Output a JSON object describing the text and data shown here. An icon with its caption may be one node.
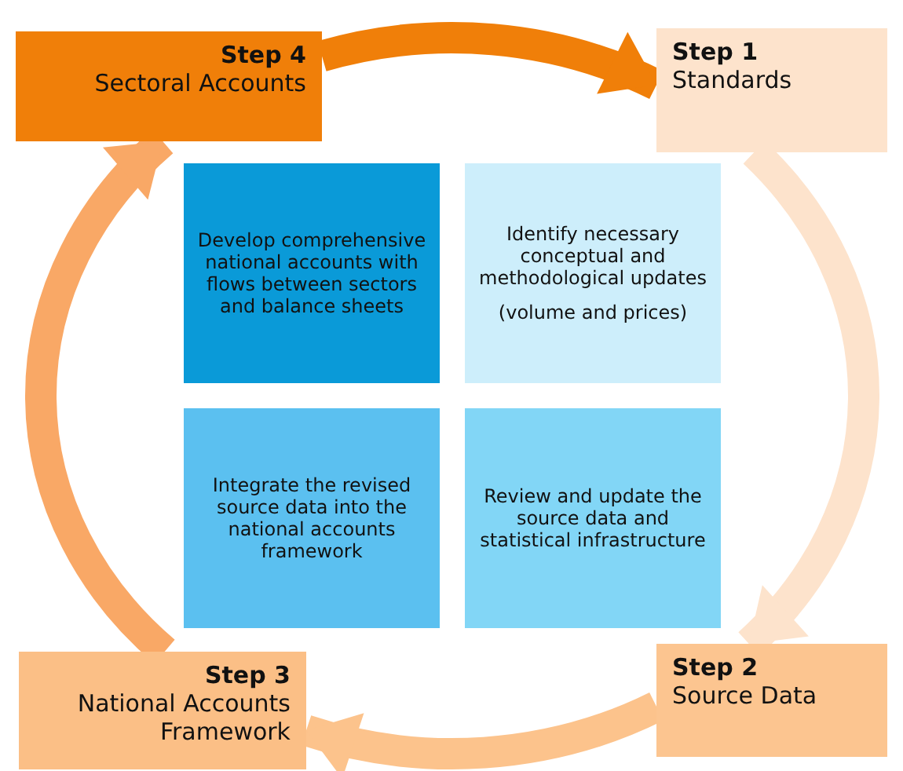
{
  "diagram": {
    "nodes": [
      {
        "text": [
          "Step 4",
          "Sectoral Accounts"
        ]
      },
      {
        "text": [
          "Step 1",
          "Standards"
        ]
      },
      {
        "text": [
          "Develop comprehensive national accounts with flows between sectors and balance sheets"
        ]
      },
      {
        "text": [
          "Identify necessary conceptual and methodological updates",
          "(volume and prices)"
        ]
      },
      {
        "text": [
          "Integrate the revised source data into the national accounts framework"
        ]
      },
      {
        "text": [
          "Review and update the source data and statistical infrastructure"
        ]
      },
      {
        "text": [
          "Step 3",
          "National Accounts Framework"
        ]
      },
      {
        "text": [
          "Step 2",
          "Source Data"
        ]
      }
    ],
    "edges": [
      {
        "from": 0,
        "to": 1,
        "arrow": "to",
        "color": "#f07f09"
      },
      {
        "from": 1,
        "to": 7,
        "arrow": "to",
        "color": "#fde3cc"
      },
      {
        "from": 7,
        "to": 6,
        "arrow": "to",
        "color": "#fcc38c"
      },
      {
        "from": 6,
        "to": 0,
        "arrow": "to",
        "color": "#f9a866"
      }
    ]
  }
}
